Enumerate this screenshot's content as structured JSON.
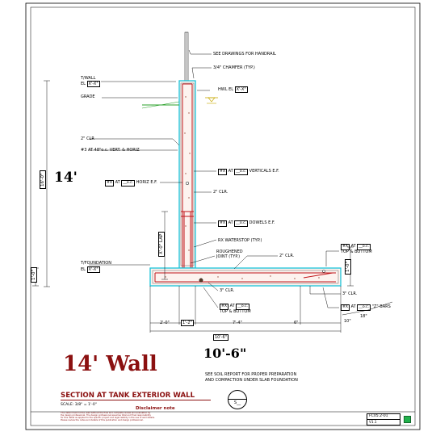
{
  "notes": {
    "handrail": "SEE DRAWINGS FOR HANDRAIL",
    "chamfer": "3/4\" CHAMFER (TYP.)",
    "hwl_label": "HWL EL",
    "hwl_value": "X'-X\"",
    "top_wall": "T/WALL",
    "top_wall_el": "EL",
    "top_wall_value": "X'-X\"",
    "grade": "GRADE",
    "clr_2": "2\" CLR",
    "bars_vh": "#3 AT 48\"o.c. VERT. & HORIZ",
    "tag_sym": "#X",
    "at": "AT",
    "spacing": "__o.c.",
    "verticals": "VERTICALS E.F.",
    "horiz": "HORIZ E.F.",
    "clr_2b": "2\" CLR.",
    "dowels": "DOWELS E.F.",
    "waterstop": "RX WATERSTOP (TYP.)",
    "roughened_1": "ROUGHENED",
    "roughened_2": "JOINT (TYP.)",
    "clr_2c": "2\" CLR.",
    "top_bottom": "TOP & BOTTOM",
    "top_foundation": "T/FOUNDATION",
    "top_foundation_el": "EL",
    "top_foundation_value": "X'-X\"",
    "clr_3a": "3\" CLR.",
    "clr_3b": "3\" CLR.",
    "bars_2": "\"Z\" BARS",
    "top_bottom_2": "TOP & BOTTOM"
  },
  "dims": {
    "wall_height": "16'-0\"",
    "lap": "X'-0\" LAP",
    "footing_thk_left": "1'-0\"",
    "footing_thk_right": "1'-0\"",
    "d1": "2'-0\"",
    "d2": "1'-2\"",
    "d3": "7'-4\"",
    "d4": "6\"",
    "overall": "10'-6\"",
    "angle_left": "10\"",
    "angle_right": "18\""
  },
  "headline": {
    "height_big": "14'",
    "width_big": "10'-6\"",
    "wall_title": "14' Wall"
  },
  "footer": {
    "soil_note_1": "SEE SOIL REPORT FOR PROPER PREPARATION",
    "soil_note_2": "AND COMPACTION UNDER SLAB FOUNDATION",
    "section_title": "SECTION AT TANK EXTERIOR WALL",
    "scale": "SCALE: 3/8\" = 1'-0\"",
    "disclaimer_title": "Disclaimer note",
    "disclaimer_1": "This detail must not be used without the final and complete review and evaluation by",
    "disclaimer_2": "the design professional. The design professional assumes total and final responsibility",
    "disclaimer_3": "for this detail as applied to the specific project and legal liability in the use of said details.",
    "disclaimer_4": "Please review the notes and details of this publication and design professional.",
    "bubble_top": "",
    "bubble_bottom": "S__",
    "sheet_id": "FC05.2-01",
    "version": "V1.1"
  },
  "colors": {
    "wall_outline": "#19c2d8",
    "rebar": "#c0151a",
    "grade_line": "#2aa02a",
    "water_mark": "#c8a800",
    "title_red": "#8b1010",
    "status_square": "#22b14c"
  }
}
